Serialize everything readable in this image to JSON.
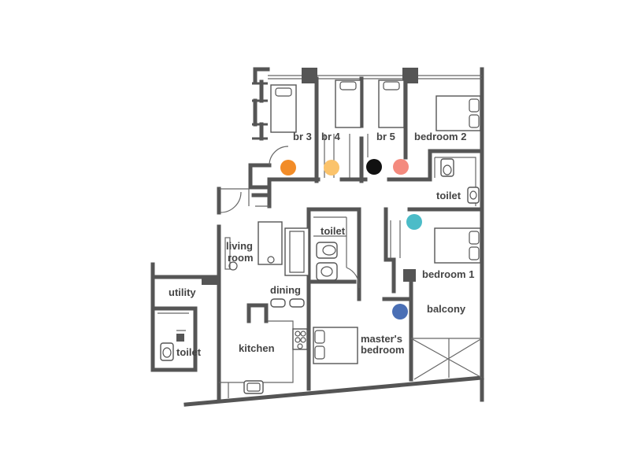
{
  "rooms": {
    "br3": "br 3",
    "br4": "br 4",
    "br5": "br 5",
    "bedroom2": "bedroom 2",
    "toilet_right": "toilet",
    "toilet_center": "toilet",
    "living_l1": "living",
    "living_l2": "room",
    "bedroom1": "bedroom 1",
    "dining": "dining",
    "utility": "utility",
    "balcony": "balcony",
    "toilet_left": "toilet",
    "kitchen": "kitchen",
    "master_l1": "master's",
    "master_l2": "bedroom"
  },
  "markers": {
    "orange": "#f28c28",
    "light_orange": "#fbc36b",
    "black": "#111111",
    "salmon": "#f48a7e",
    "teal": "#4bbcc8",
    "blue": "#4a6fb5"
  }
}
